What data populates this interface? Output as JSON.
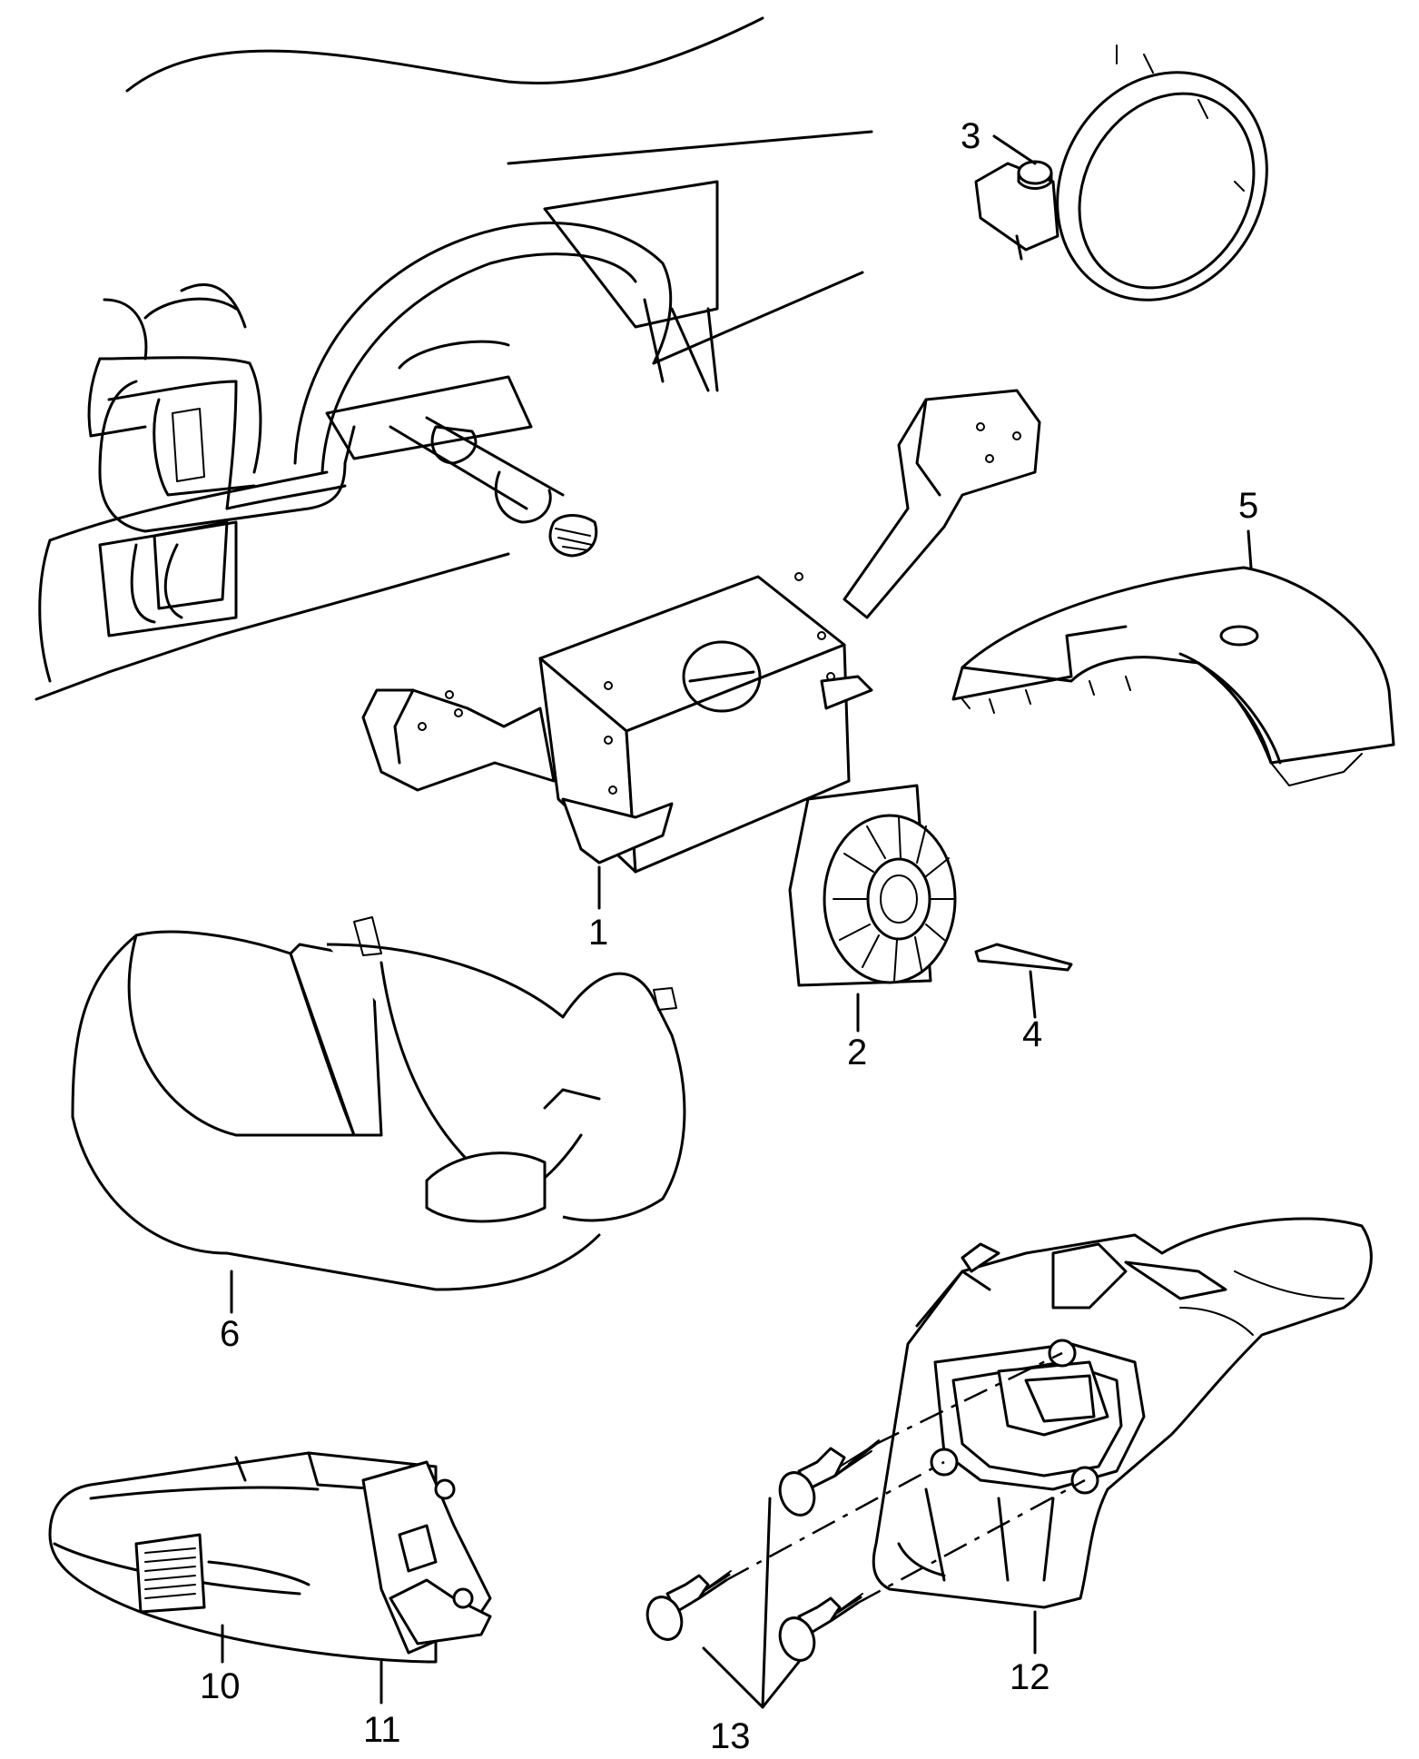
{
  "callouts": [
    {
      "id": "1",
      "label": "1"
    },
    {
      "id": "2",
      "label": "2"
    },
    {
      "id": "3",
      "label": "3"
    },
    {
      "id": "4",
      "label": "4"
    },
    {
      "id": "5",
      "label": "5"
    },
    {
      "id": "6",
      "label": "6"
    },
    {
      "id": "10",
      "label": "10"
    },
    {
      "id": "11",
      "label": "11"
    },
    {
      "id": "12",
      "label": "12"
    },
    {
      "id": "13",
      "label": "13"
    }
  ],
  "colors": {
    "line": "#000000",
    "background": "#ffffff"
  }
}
